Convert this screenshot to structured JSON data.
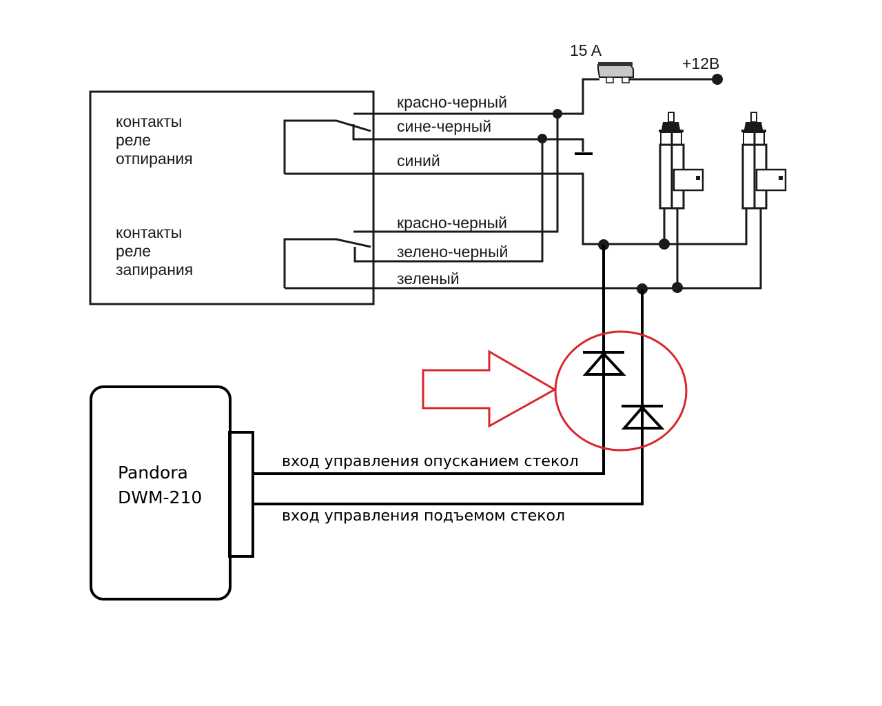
{
  "diagram": {
    "fuse": {
      "rating": "15 A",
      "supply": "+12В"
    },
    "relay_box": {
      "unlock_label": [
        "контакты",
        "реле",
        "отпирания"
      ],
      "lock_label": [
        "контакты",
        "реле",
        "запирания"
      ]
    },
    "wires": {
      "unlock": [
        "красно-черный",
        "сине-черный",
        "синий"
      ],
      "lock": [
        "красно-черный",
        "зелено-черный",
        "зеленый"
      ]
    },
    "module": {
      "name_line1": "Pandora",
      "name_line2": "DWM-210"
    },
    "inputs": {
      "lower": "вход управления опусканием стекол",
      "raise": "вход управления подъемом стекол"
    },
    "highlight": {
      "target": "diodes",
      "color": "#d9262c"
    },
    "components": [
      "fuse",
      "ground",
      "actuator-1",
      "actuator-2",
      "diode-1",
      "diode-2"
    ]
  }
}
